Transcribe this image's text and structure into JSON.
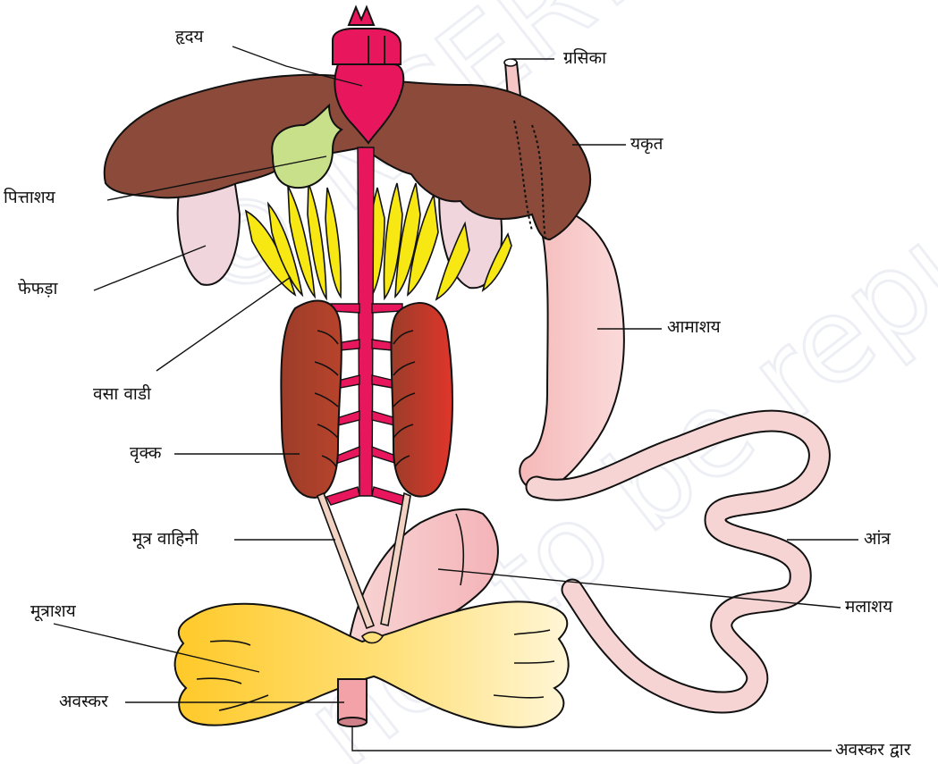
{
  "labels": {
    "heart": "हृदय",
    "esophagus": "ग्रसिका",
    "liver": "यकृत",
    "gall_bladder": "पित्ताशय",
    "lungs": "फेफड़ा",
    "stomach": "आमाशय",
    "fat_bodies": "वसा वाडी",
    "kidney": "वृक्क",
    "ureter": "मूत्र वाहिनी",
    "intestine": "आंत्र",
    "urinary_bladder": "मूत्राशय",
    "rectum": "मलाशय",
    "cloaca": "अवस्कर",
    "cloacal_aperture": "अवस्कर द्वार"
  },
  "watermark": "© NCERT not to be republished",
  "colors": {
    "liver": "#8b4a3a",
    "heart": "#e8175d",
    "gall_bladder": "#c8e08a",
    "lungs": "#f0d6dc",
    "fat_bodies": "#f7e814",
    "kidney": "#a33a25",
    "gut": "#f6c6c6",
    "bladder": "#ffd34d",
    "watermark": "#dfe3ee"
  }
}
